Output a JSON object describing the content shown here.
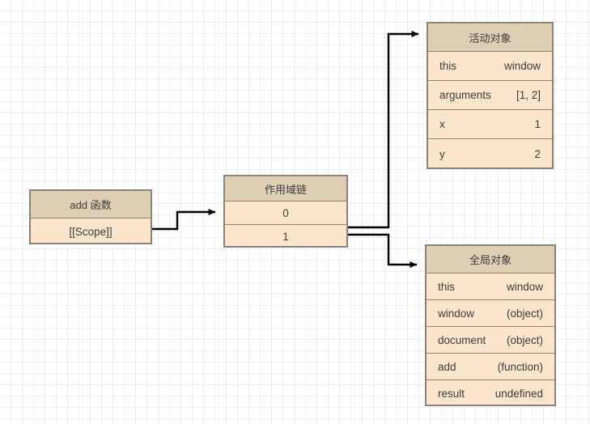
{
  "diagram": {
    "title": "JavaScript scope chain diagram",
    "background": {
      "minor_grid_color": "#f0f0f2",
      "major_grid_color": "#dedee2",
      "page_color": "#ffffff"
    },
    "styles": {
      "header_fill": "#ddceb4",
      "row_fill": "#fce5cd",
      "border_color": "#8c8278",
      "edge_color": "#000000"
    }
  },
  "nodes": {
    "add_function": {
      "header": "add 函数",
      "rows": [
        {
          "label": "[[Scope]]"
        }
      ]
    },
    "scope_chain": {
      "header": "作用域链",
      "rows": [
        {
          "label": "0"
        },
        {
          "label": "1"
        }
      ]
    },
    "activation_object": {
      "header": "活动对象",
      "rows": [
        {
          "key": "this",
          "value": "window"
        },
        {
          "key": "arguments",
          "value": "[1, 2]"
        },
        {
          "key": "x",
          "value": "1"
        },
        {
          "key": "y",
          "value": "2"
        }
      ]
    },
    "global_object": {
      "header": "全局对象",
      "rows": [
        {
          "key": "this",
          "value": "window"
        },
        {
          "key": "window",
          "value": "(object)"
        },
        {
          "key": "document",
          "value": "(object)"
        },
        {
          "key": "add",
          "value": "(function)"
        },
        {
          "key": "result",
          "value": "undefined"
        }
      ]
    }
  },
  "edges": [
    {
      "from": "add_function.scope",
      "to": "scope_chain",
      "label": ""
    },
    {
      "from": "scope_chain.0",
      "to": "activation_object",
      "label": ""
    },
    {
      "from": "scope_chain.1",
      "to": "global_object",
      "label": ""
    }
  ]
}
